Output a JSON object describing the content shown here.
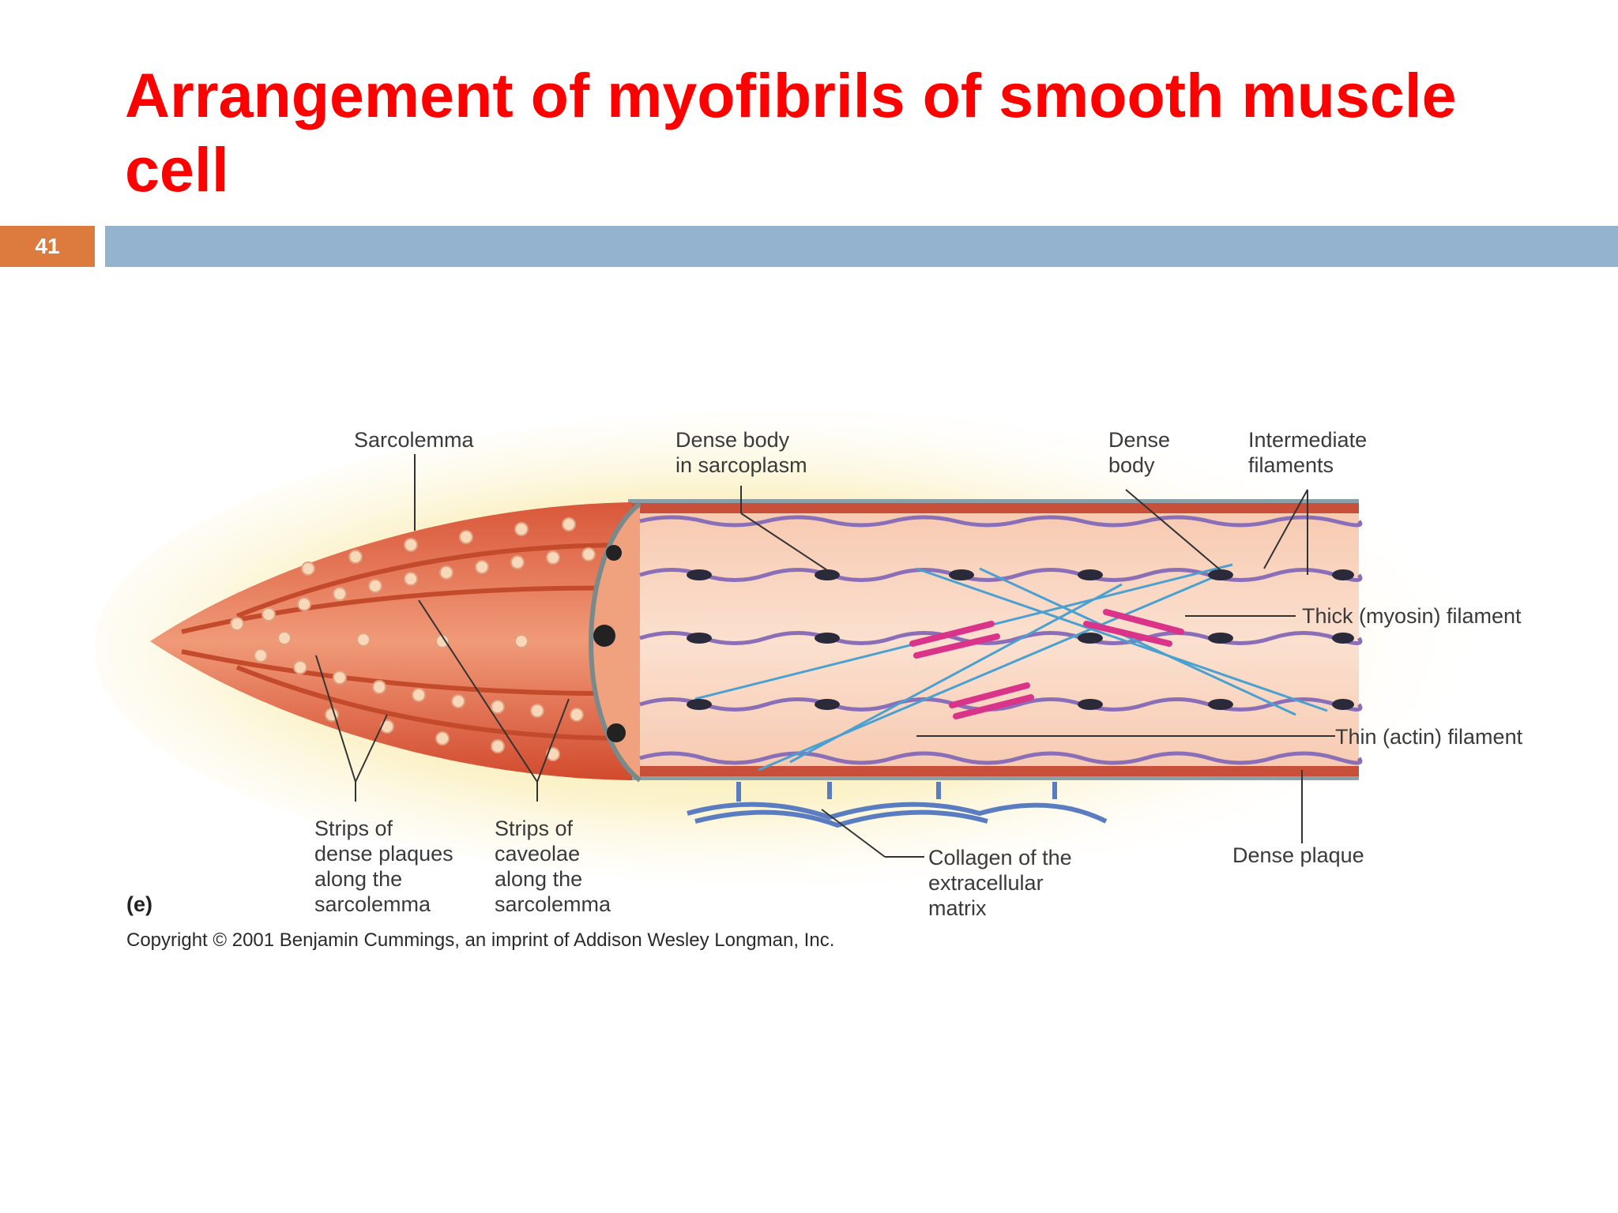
{
  "slide": {
    "title": "Arrangement of myofibrils of smooth muscle cell",
    "number": "41"
  },
  "colors": {
    "title": "#ff0000",
    "slide_number_bg": "#dd7b3f",
    "header_bar": "#93b3cf"
  },
  "diagram": {
    "panel_label": "(e)",
    "copyright": "Copyright © 2001 Benjamin Cummings, an imprint of Addison Wesley Longman, Inc.",
    "labels": {
      "sarcolemma": "Sarcolemma",
      "dense_body_sarcoplasm": [
        "Dense body",
        "in sarcoplasm"
      ],
      "dense_body": [
        "Dense",
        "body"
      ],
      "intermediate_filaments": [
        "Intermediate",
        "filaments"
      ],
      "thick_filament": "Thick (myosin) filament",
      "thin_filament": "Thin (actin) filament",
      "dense_plaques": [
        "Strips of",
        "dense plaques",
        "along the",
        "sarcolemma"
      ],
      "caveolae": [
        "Strips of",
        "caveolae",
        "along the",
        "sarcolemma"
      ],
      "collagen": [
        "Collagen of the",
        "extracellular",
        "matrix"
      ],
      "dense_plaque": "Dense plaque"
    }
  }
}
